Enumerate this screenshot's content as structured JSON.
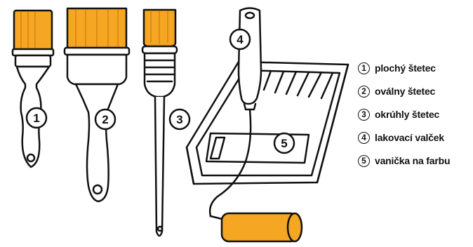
{
  "colors": {
    "bristle": "#f5a623",
    "bristle_dark": "#e08a12",
    "outline": "#111111",
    "background": "#ffffff"
  },
  "callouts": [
    {
      "number": "1",
      "label": "plochý štetec"
    },
    {
      "number": "2",
      "label": "oválny štetec"
    },
    {
      "number": "3",
      "label": "okrúhly štetec"
    },
    {
      "number": "4",
      "label": "lakovací valček"
    },
    {
      "number": "5",
      "label": "vanička na farbu"
    }
  ]
}
